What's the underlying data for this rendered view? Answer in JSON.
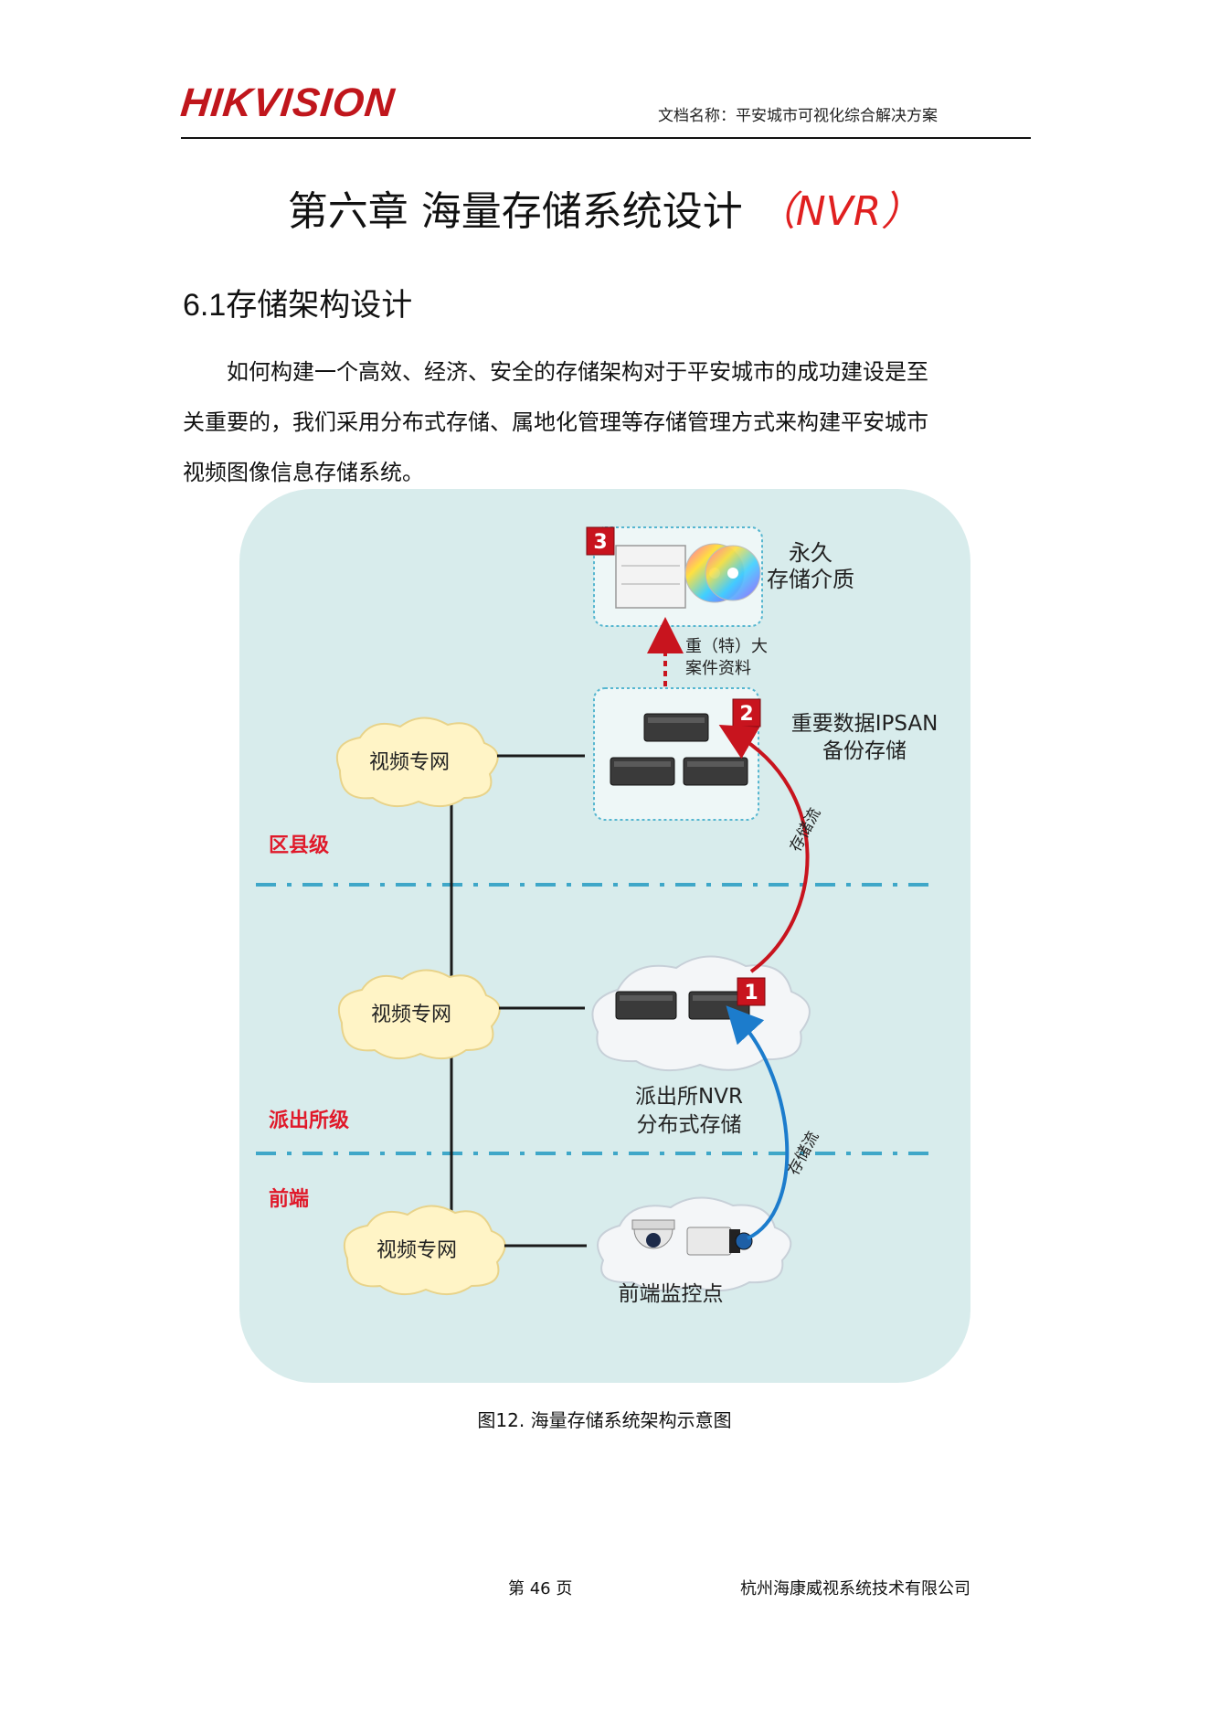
{
  "header": {
    "logo_text": "HIKVISION",
    "doc_label": "文档名称：平安城市可视化综合解决方案"
  },
  "chapter": {
    "title": "第六章  海量存储系统设计",
    "title_suffix": "（NVR）"
  },
  "section": {
    "number": "6.1",
    "title": "存储架构设计"
  },
  "paragraph": {
    "line1": "如何构建一个高效、经济、安全的存储架构对于平安城市的成功建设是至",
    "line2": "关重要的，我们采用分布式存储、属地化管理等存储管理方式来构建平安城市",
    "line3": "视频图像信息存储系统。"
  },
  "diagram": {
    "levels": {
      "district": "区县级",
      "station": "派出所级",
      "frontend": "前端"
    },
    "network_label": "视频专网",
    "nodes": {
      "permanent_line1": "永久",
      "permanent_line2": "存储介质",
      "ipsan_line1": "重要数据IPSAN",
      "ipsan_line2": "备份存储",
      "nvr_line1": "派出所NVR",
      "nvr_line2": "分布式存储",
      "frontend_label": "前端监控点"
    },
    "case_line1": "重（特）大",
    "case_line2": "案件资料",
    "flow_label": "存储流",
    "badges": [
      "1",
      "2",
      "3"
    ],
    "colors": {
      "panel": "#d8ecec",
      "level_text": "#e0192a",
      "arrow_red": "#c8141e",
      "arrow_blue": "#1c7ccc",
      "dash_line": "#3fa7c8",
      "cloud": "#fff4c6"
    }
  },
  "figure": {
    "caption_number": "图12.",
    "caption_text": "海量存储系统架构示意图"
  },
  "footer": {
    "page": "第 46 页",
    "company": "杭州海康威视系统技术有限公司"
  }
}
